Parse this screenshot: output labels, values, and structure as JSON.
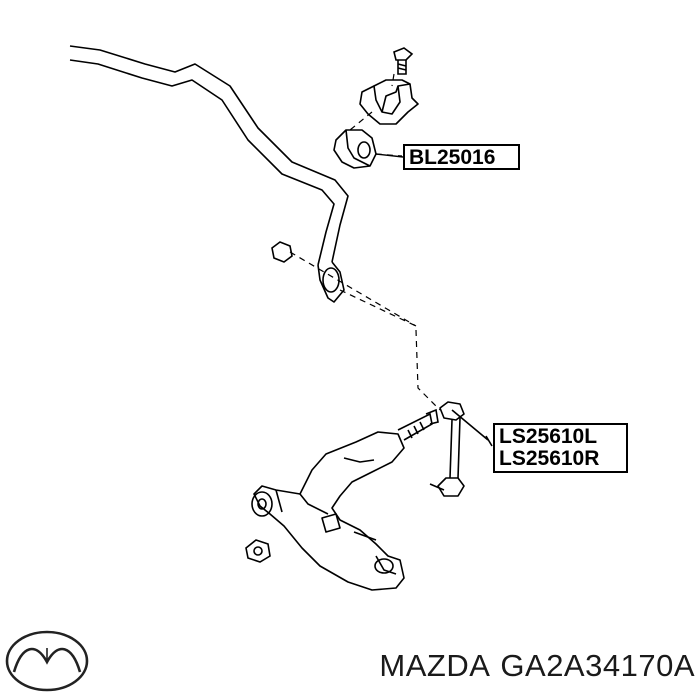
{
  "parts": {
    "bushing_label": "BL25016",
    "link_left_label": "LS25610L",
    "link_right_label": "LS25610R"
  },
  "footer": {
    "brand": "MAZDA",
    "part_number": "GA2A34170A"
  },
  "icons": {
    "logo": "mazda-logo-icon"
  },
  "colors": {
    "line": "#000000",
    "background": "#ffffff"
  }
}
